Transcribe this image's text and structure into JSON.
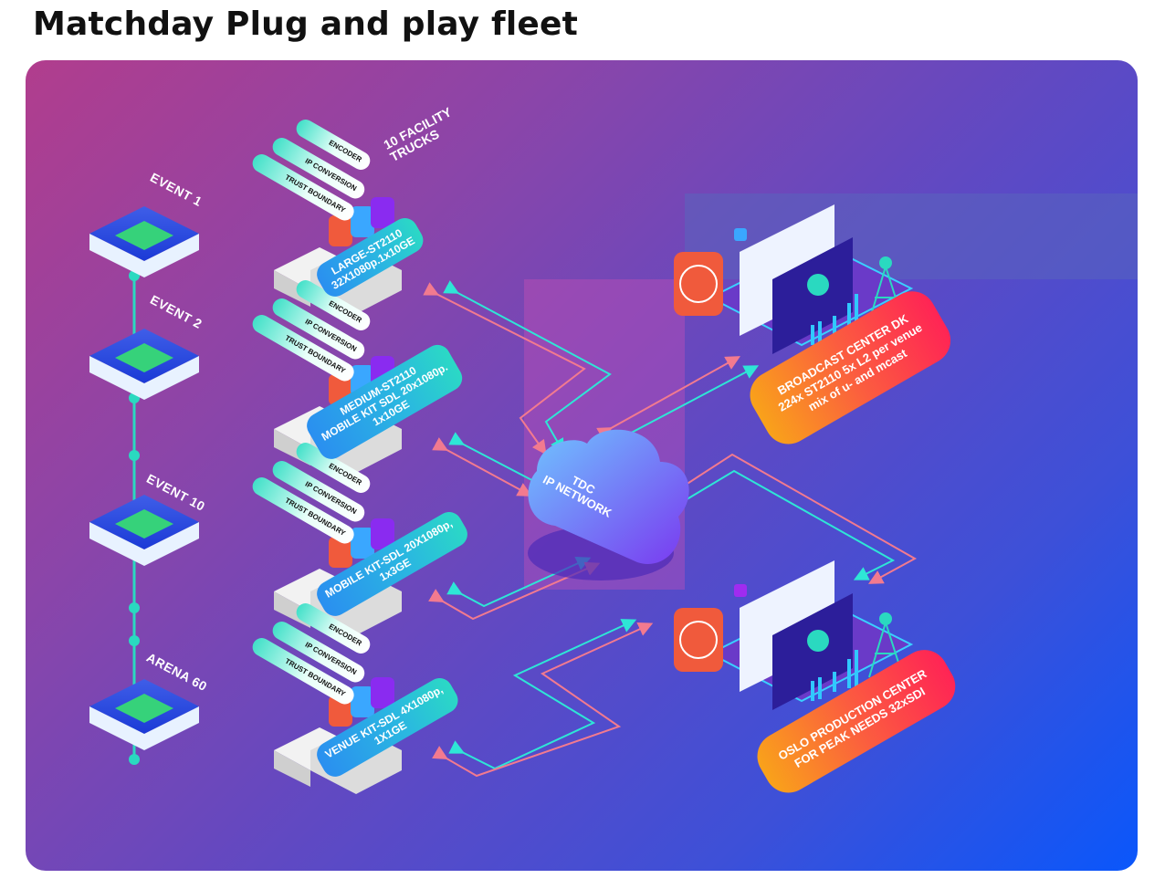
{
  "page": {
    "title": "Matchday Plug and play fleet"
  },
  "colors": {
    "gradient_start": "#b13d8d",
    "gradient_end": "#0a57fb",
    "link_teal": "#2ee6d6",
    "link_pink": "#f27a8f",
    "node_dot": "#2ad9c0",
    "pill_start": "#2a8ff0",
    "pill_end": "#2bd9c5",
    "orange_start": "#f9a21a",
    "orange_end": "#ff2455"
  },
  "venues": [
    {
      "label": "EVENT 1",
      "icon": "stadium-icon"
    },
    {
      "label": "EVENT 2",
      "icon": "stadium-icon"
    },
    {
      "label": "EVENT 10",
      "icon": "stadium-icon"
    },
    {
      "label": "ARENA 60",
      "icon": "stadium-icon"
    }
  ],
  "fleet": {
    "heading_line1": "10 FACILITY",
    "heading_line2": "TRUCKS",
    "trucks": [
      {
        "tags": [
          "ENCODER",
          "IP CONVERSION",
          "TRUST BOUNDARY"
        ],
        "spec_line1": "LARGE-ST2110",
        "spec_line2": "32X1080p.1x10GE",
        "spec_line3": ""
      },
      {
        "tags": [
          "ENCODER",
          "IP CONVERSION",
          "TRUST BOUNDARY"
        ],
        "spec_line1": "MEDIUM-ST2110",
        "spec_line2": "MOBILE KIT SDL 20x1080p.",
        "spec_line3": "1x10GE"
      },
      {
        "tags": [
          "ENCODER",
          "IP CONVERSION",
          "TRUST BOUNDARY"
        ],
        "spec_line1": "MOBILE KIT-SDL 20X1080p,",
        "spec_line2": "1x3GE",
        "spec_line3": ""
      },
      {
        "tags": [
          "ENCODER",
          "IP CONVERSION",
          "TRUST BOUNDARY"
        ],
        "spec_line1": "VENUE KIT-SDL 4X1080p,",
        "spec_line2": "1X1GE",
        "spec_line3": ""
      }
    ]
  },
  "network": {
    "line1": "TDC",
    "line2": "IP NETWORK",
    "icon": "cloud-icon"
  },
  "centers": [
    {
      "line1": "BROADCAST CENTER DK",
      "line2": "224x ST2110 5x L2 per venue",
      "line3": "mix of u- and mcast",
      "icons": [
        "server-icon",
        "video-play-icon",
        "waveform-window-icon",
        "video-call-icon",
        "bar-chart-icon",
        "radio-tower-icon"
      ]
    },
    {
      "line1": "OSLO PRODUCTION CENTER",
      "line2": "FOR PEAK NEEDS 32xSDI",
      "line3": "",
      "icons": [
        "server-icon",
        "video-play-icon",
        "waveform-window-icon",
        "video-call-icon",
        "bar-chart-icon",
        "radio-tower-icon"
      ]
    }
  ]
}
